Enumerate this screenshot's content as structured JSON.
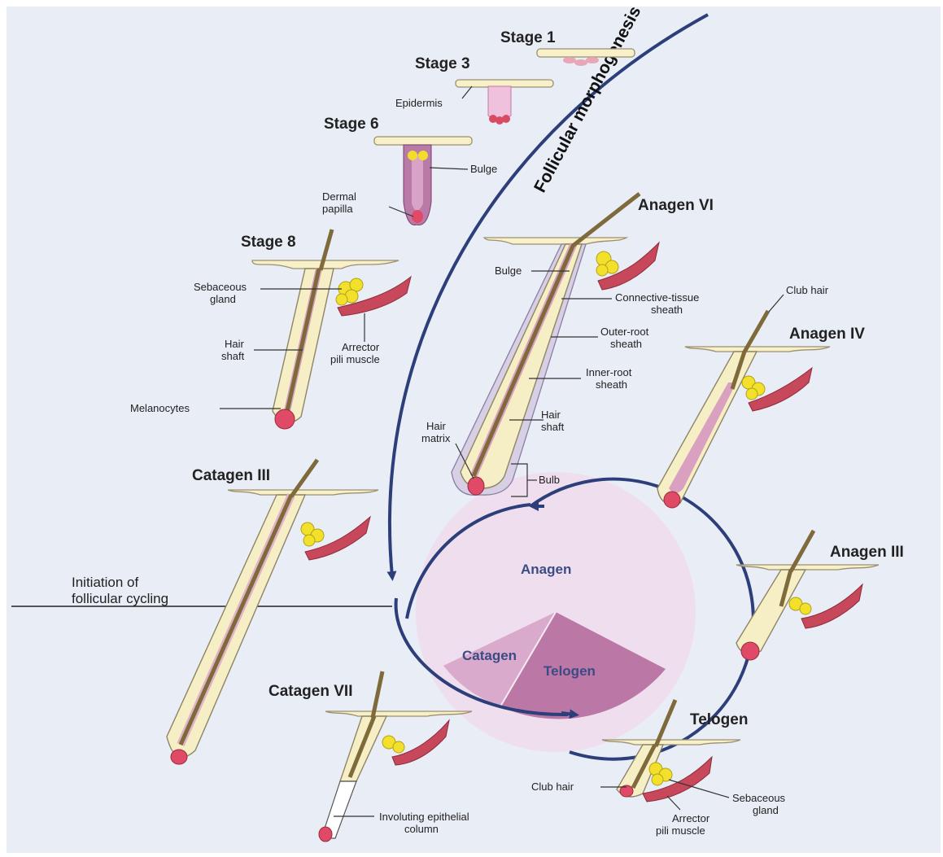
{
  "heading": "Follicular morphogenesis",
  "stages": {
    "stage1": "Stage 1",
    "stage3": "Stage 3",
    "stage6": "Stage 6",
    "stage8": "Stage 8",
    "anagen6": "Anagen VI",
    "anagen4": "Anagen IV",
    "anagen3": "Anagen III",
    "catagen3": "Catagen III",
    "catagen7": "Catagen VII",
    "telogen": "Telogen"
  },
  "labels": {
    "epidermis": "Epidermis",
    "bulge_stage6": "Bulge",
    "dermal_papilla_l1": "Dermal",
    "dermal_papilla_l2": "papilla",
    "sebaceous_l1": "Sebaceous",
    "sebaceous_l2": "gland",
    "arrector_l1": "Arrector",
    "arrector_l2": "pili muscle",
    "hair_shaft_l1": "Hair",
    "hair_shaft_l2": "shaft",
    "melanocytes": "Melanocytes",
    "bulge_anagen": "Bulge",
    "cts_l1": "Connective-tissue",
    "cts_l2": "sheath",
    "ors_l1": "Outer-root",
    "ors_l2": "sheath",
    "irs_l1": "Inner-root",
    "irs_l2": "sheath",
    "a_hair_l1": "Hair",
    "a_hair_l2": "shaft",
    "matrix_l1": "Hair",
    "matrix_l2": "matrix",
    "bulb": "Bulb",
    "club_hair_top": "Club hair",
    "club_hair_telogen": "Club hair",
    "t_seb_l1": "Sebaceous",
    "t_seb_l2": "gland",
    "t_arr_l1": "Arrector",
    "t_arr_l2": "pili muscle",
    "invol_l1": "Involuting epithelial",
    "invol_l2": "column"
  },
  "cycle": {
    "anagen": "Anagen",
    "catagen": "Catagen",
    "telogen": "Telogen"
  },
  "initiation": {
    "line1": "Initiation of",
    "line2": "follicular cycling"
  },
  "colors": {
    "arrow": "#2d3f7a",
    "anagen_fill": "#efdfee",
    "catagen_fill": "#d9aacb",
    "telogen_fill": "#bb77a6",
    "background": "#e9edf5"
  }
}
